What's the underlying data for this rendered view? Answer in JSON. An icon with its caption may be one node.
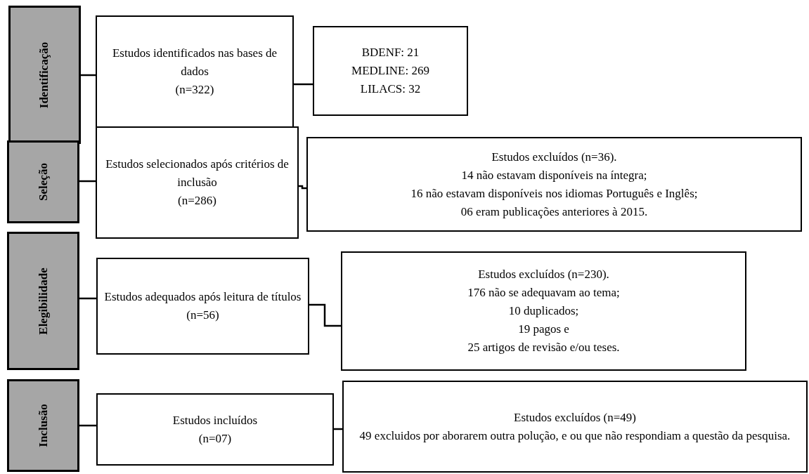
{
  "diagram": {
    "nodes": [
      {
        "text": [
          "Identificação"
        ]
      },
      {
        "text": [
          "Estudos identificados nas bases de dados",
          "(n=322)"
        ]
      },
      {
        "text": [
          "BDENF: 21",
          "MEDLINE: 269",
          "LILACS: 32"
        ]
      },
      {
        "text": [
          "Seleção"
        ]
      },
      {
        "text": [
          "Estudos selecionados após critérios de inclusão",
          "(n=286)"
        ]
      },
      {
        "text": [
          "Estudos excluídos (n=36).",
          "14 não estavam disponíveis na íntegra;",
          "16 não estavam disponíveis nos idiomas Português e Inglês;",
          "06 eram publicações anteriores à 2015."
        ]
      },
      {
        "text": [
          "Elegibilidade"
        ]
      },
      {
        "text": [
          "Estudos adequados após leitura de títulos",
          "(n=56)"
        ]
      },
      {
        "text": [
          "Estudos excluídos (n=230).",
          "176 não se adequavam ao tema;",
          "10 duplicados;",
          "19 pagos e",
          "25 artigos de revisão e/ou teses."
        ]
      },
      {
        "text": [
          "Inclusão"
        ]
      },
      {
        "text": [
          "Estudos incluídos",
          "(n=07)"
        ]
      },
      {
        "text": [
          "Estudos excluídos (n=49)",
          "49 excluidos por aborarem outra polução,  e ou que não respondiam a questão da pesquisa."
        ]
      }
    ],
    "edges": [
      {
        "from": 0,
        "to": 1,
        "arrow": "none"
      },
      {
        "from": 1,
        "to": 2,
        "arrow": "none"
      },
      {
        "from": 3,
        "to": 4,
        "arrow": "none"
      },
      {
        "from": 4,
        "to": 5,
        "arrow": "none"
      },
      {
        "from": 6,
        "to": 7,
        "arrow": "none"
      },
      {
        "from": 7,
        "to": 8,
        "arrow": "none"
      },
      {
        "from": 9,
        "to": 10,
        "arrow": "none"
      },
      {
        "from": 10,
        "to": 11,
        "arrow": "none"
      }
    ]
  }
}
